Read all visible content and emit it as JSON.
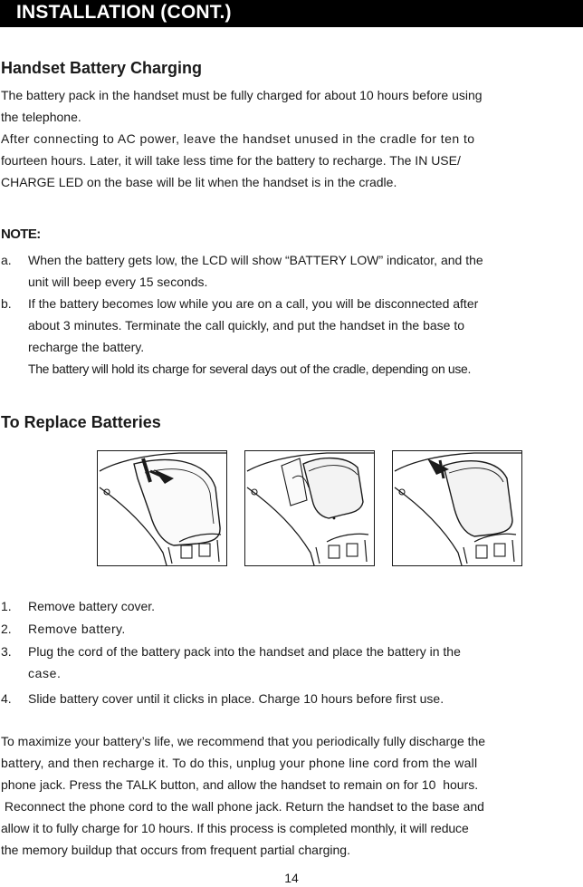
{
  "header": {
    "title": "INSTALLATION (CONT.)"
  },
  "charging": {
    "heading": "Handset Battery Charging",
    "lines": [
      "The battery pack in the handset must be fully charged for about 10 hours before using",
      "the telephone.",
      "After connecting to AC power, leave the handset unused in the cradle for ten to",
      "fourteen hours. Later, it will take less time for the battery to recharge. The IN USE/",
      "CHARGE LED on the base will be lit when the handset is in the cradle."
    ]
  },
  "note": {
    "heading": "NOTE:",
    "items": [
      {
        "marker": "a.",
        "lines": [
          "When the battery gets low, the LCD will show “BATTERY LOW” indicator, and the",
          "unit will beep every 15 seconds."
        ]
      },
      {
        "marker": "b.",
        "lines": [
          "If the battery becomes low while you are on a call, you will be disconnected after",
          "about 3 minutes. Terminate the call quickly, and put the handset in the base to",
          "recharge the battery.",
          "The battery will hold its charge for several days out of the cradle, depending on use."
        ]
      }
    ]
  },
  "replace": {
    "heading": "To Replace Batteries",
    "steps": [
      {
        "marker": "1.",
        "lines": [
          "Remove battery cover."
        ]
      },
      {
        "marker": "2.",
        "lines": [
          "Remove battery."
        ]
      },
      {
        "marker": "3.",
        "lines": [
          "Plug the cord of the battery pack into the handset and place the battery in the",
          "case."
        ]
      },
      {
        "marker": "4.",
        "lines": [
          "Slide battery cover until it clicks in place. Charge 10 hours before first use."
        ]
      }
    ]
  },
  "maximize": {
    "lines": [
      "To maximize your battery’s life, we recommend that you periodically fully discharge the",
      "battery, and then recharge it. To do this, unplug your phone line cord from the wall",
      "phone jack. Press the TALK button, and allow the handset to remain on for 10  hours.",
      " Reconnect the phone cord to the wall phone jack. Return the handset to the base and",
      "allow it to fully charge for 10 hours. If this process is completed monthly, it will reduce",
      "the memory buildup that occurs from frequent partial charging."
    ]
  },
  "page_number": "14",
  "colors": {
    "header_bg": "#000000",
    "header_text": "#ffffff",
    "text": "#1a1a1a"
  },
  "icons": [
    "handset-battery-cover-removal-illustration",
    "handset-battery-removal-illustration",
    "handset-battery-cover-replace-illustration"
  ]
}
